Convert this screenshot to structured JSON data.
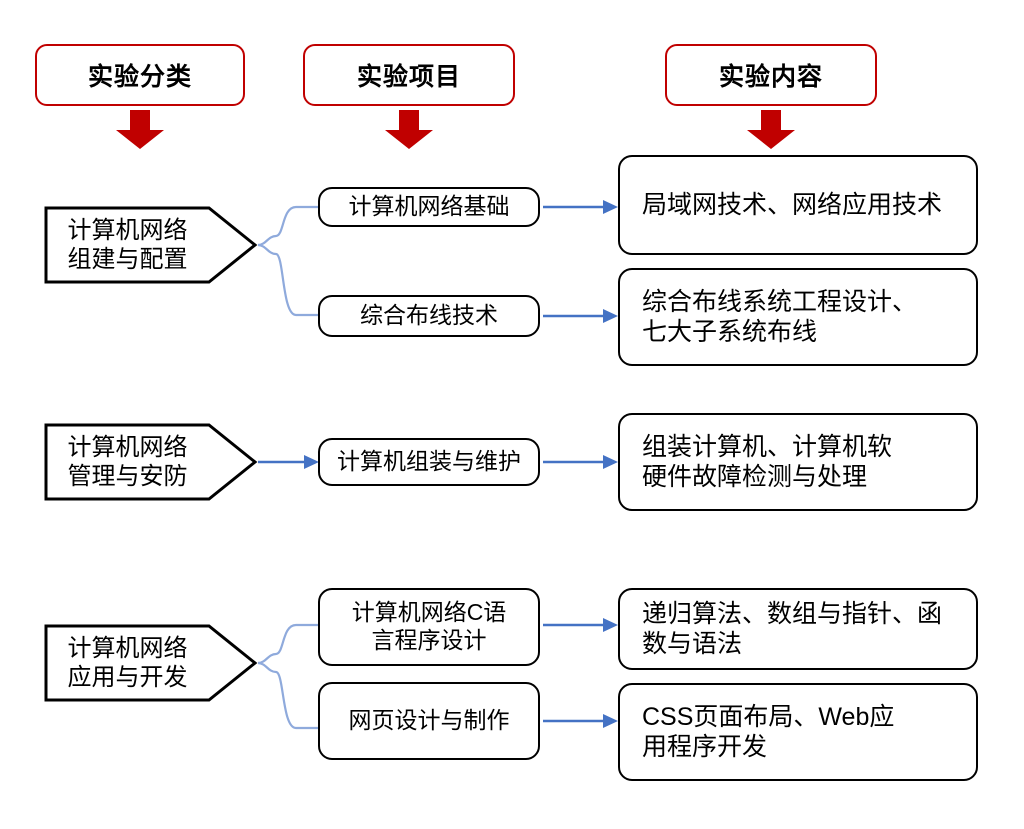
{
  "meta": {
    "title": "实验课程体系结构图",
    "colors": {
      "header_border": "#C00000",
      "red_arrow": "#C00000",
      "box_border": "#000000",
      "connector_blue": "#4472C4",
      "brace_blue": "#8FAADC",
      "background": "#FFFFFF",
      "text": "#000000"
    }
  },
  "headers": [
    {
      "label": "实验分类",
      "icon": "down-arrow-icon"
    },
    {
      "label": "实验项目",
      "icon": "down-arrow-icon"
    },
    {
      "label": "实验内容",
      "icon": "down-arrow-icon"
    }
  ],
  "groups": [
    {
      "id": "group-1",
      "category": {
        "line1": "计算机网络",
        "line2": "组建与配置"
      },
      "connector": "brace",
      "rows": [
        {
          "project": {
            "line1": "计算机网络基础"
          },
          "content": {
            "line1": "局域网技术、网络应用技术"
          }
        },
        {
          "project": {
            "line1": "综合布线技术"
          },
          "content": {
            "line1": "综合布线系统工程设计、",
            "line2": "七大子系统布线"
          }
        }
      ]
    },
    {
      "id": "group-2",
      "category": {
        "line1": "计算机网络",
        "line2": "管理与安防"
      },
      "connector": "arrow",
      "rows": [
        {
          "project": {
            "line1": "计算机组装与维护"
          },
          "content": {
            "line1": "组装计算机、计算机软",
            "line2": "硬件故障检测与处理"
          }
        }
      ]
    },
    {
      "id": "group-3",
      "category": {
        "line1": "计算机网络",
        "line2": "应用与开发"
      },
      "connector": "brace",
      "rows": [
        {
          "project": {
            "line1": "计算机网络C语",
            "line2": "言程序设计"
          },
          "content": {
            "line1": "递归算法、数组与指针、函",
            "line2": "数与语法"
          }
        },
        {
          "project": {
            "line1": "网页设计与制作"
          },
          "content": {
            "line1": "CSS页面布局、Web应",
            "line2": "用程序开发"
          }
        }
      ]
    }
  ]
}
